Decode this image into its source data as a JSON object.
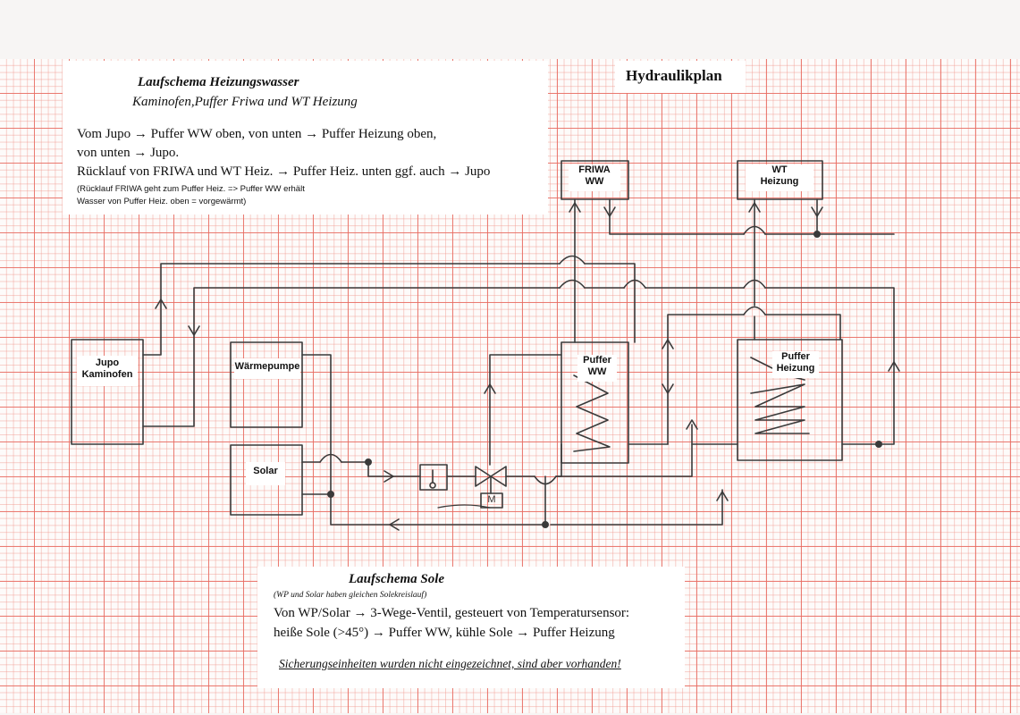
{
  "header_box": {
    "title": "Laufschema Heizungswasser",
    "subtitle": "Kaminofen,Puffer Friwa und WT Heizung",
    "line1": "Vom Jupo → Puffer WW oben, von unten → Puffer Heizung oben,",
    "line2": "von unten → Jupo.",
    "line3": "Rücklauf von FRIWA und WT Heiz. → Puffer Heiz. unten ggf. auch → Jupo",
    "note1": "(Rücklauf  FRIWA geht zum Puffer Heiz.  => Puffer WW erhält",
    "note2": "Wasser von Puffer Heiz. oben = vorgewärmt)"
  },
  "plan_title": "Hydraulikplan",
  "components": {
    "jupo_line1": "Jupo",
    "jupo_line2": "Kaminofen",
    "waermepumpe": "Wärmepumpe",
    "solar": "Solar",
    "puffer_ww_line1": "Puffer",
    "puffer_ww_line2": "WW",
    "puffer_heizung_line1": "Puffer",
    "puffer_heizung_line2": "Heizung",
    "friwa_line1": "FRIWA",
    "friwa_line2": "WW",
    "wt_line1": "WT",
    "wt_line2": "Heizung",
    "valve_motor": "M"
  },
  "sole_box": {
    "title": "Laufschema Sole",
    "note": "(WP und Solar haben gleichen Solekreislauf)",
    "line1": "Von WP/Solar  → 3-Wege-Ventil, gesteuert von Temperatursensor:",
    "line2": "heiße Sole (>45°)  →  Puffer WW,  kühle Sole  → Puffer Heizung",
    "footnote": "Sicherungseinheiten wurden nicht eingezeichnet, sind aber vorhanden!"
  },
  "colors": {
    "grid": "#e86c62",
    "pencil": "#3a3a3a",
    "paper": "#fdfbfa"
  }
}
